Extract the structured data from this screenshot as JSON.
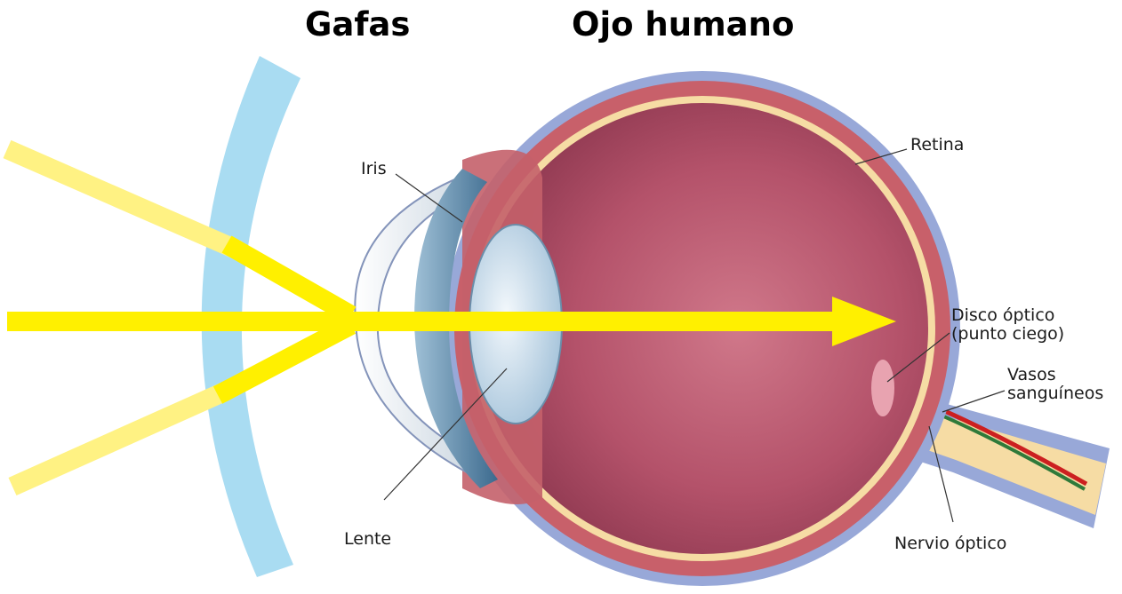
{
  "titles": {
    "glasses": "Gafas",
    "eye": "Ojo humano"
  },
  "labels": {
    "iris": "Iris",
    "lens": "Lente",
    "retina": "Retina",
    "optic_disc_line1": "Disco óptico",
    "optic_disc_line2": "(punto ciego)",
    "vessels_line1": "Vasos",
    "vessels_line2": "sanguíneos",
    "optic_nerve": "Nervio óptico"
  },
  "colors": {
    "glasses_lens": "#a9dcf2",
    "light_ray": "#fff000",
    "light_ray_faint": "#fff283",
    "sclera": "#98a8d8",
    "choroid": "#c8606a",
    "retina": "#f6dca4",
    "vitreous": "#b8506a",
    "eye_lens": "#dcebf5",
    "blood_vessel_red": "#cc2020",
    "blood_vessel_green": "#2f7a3a"
  }
}
